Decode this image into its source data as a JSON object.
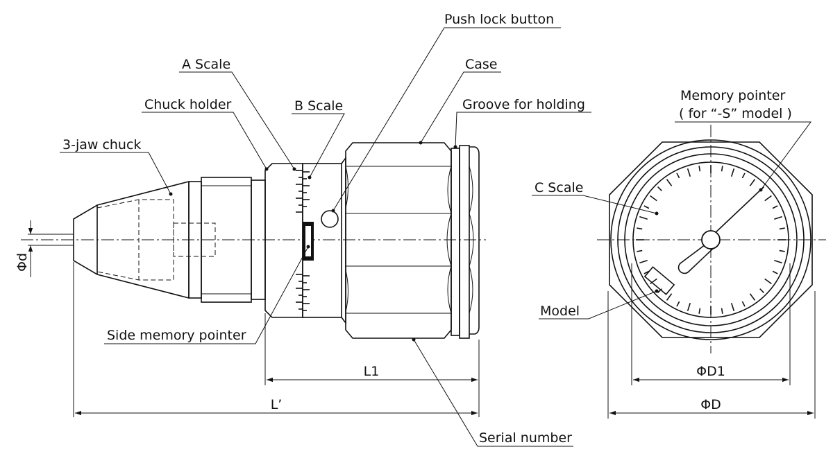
{
  "labels": {
    "push_lock_button": "Push lock button",
    "a_scale": "A Scale",
    "case": "Case",
    "chuck_holder": "Chuck holder",
    "b_scale": "B Scale",
    "groove_for_holding": "Groove for holding",
    "three_jaw_chuck": "3-jaw chuck",
    "memory_pointer_line1": "Memory pointer",
    "memory_pointer_line2": "( for “-S” model )",
    "c_scale": "C Scale",
    "model": "Model",
    "side_memory_pointer": "Side memory pointer",
    "serial_number": "Serial number"
  },
  "dimensions": {
    "phi_d": "Φd",
    "l1": "L1",
    "l_prime": "L’",
    "phi_d1": "ΦD1",
    "phi_D": "ΦD"
  }
}
